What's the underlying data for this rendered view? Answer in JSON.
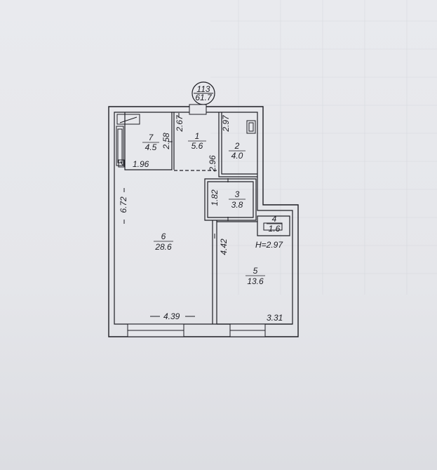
{
  "plan": {
    "apartment_number": "113",
    "total_area": "61.7",
    "ceiling_height": "H=2.97",
    "rooms": [
      {
        "number": "1",
        "area": "5.6"
      },
      {
        "number": "2",
        "area": "4.0"
      },
      {
        "number": "3",
        "area": "3.8"
      },
      {
        "number": "4",
        "area": "1.6"
      },
      {
        "number": "5",
        "area": "13.6"
      },
      {
        "number": "6",
        "area": "28.6"
      },
      {
        "number": "7",
        "area": "4.5"
      }
    ],
    "dimensions": {
      "room7_height": "2.58",
      "room1_height": "2.67",
      "room2_height": "2.97",
      "room7_width": "1.96",
      "room1_width": "2.96",
      "room3_height": "1.82",
      "room6_height": "6.72",
      "room5_height": "4.42",
      "room6_width": "4.39",
      "room5_width": "3.31"
    }
  },
  "colors": {
    "paper": "#e6e7eb",
    "ink": "#1e1e24"
  }
}
